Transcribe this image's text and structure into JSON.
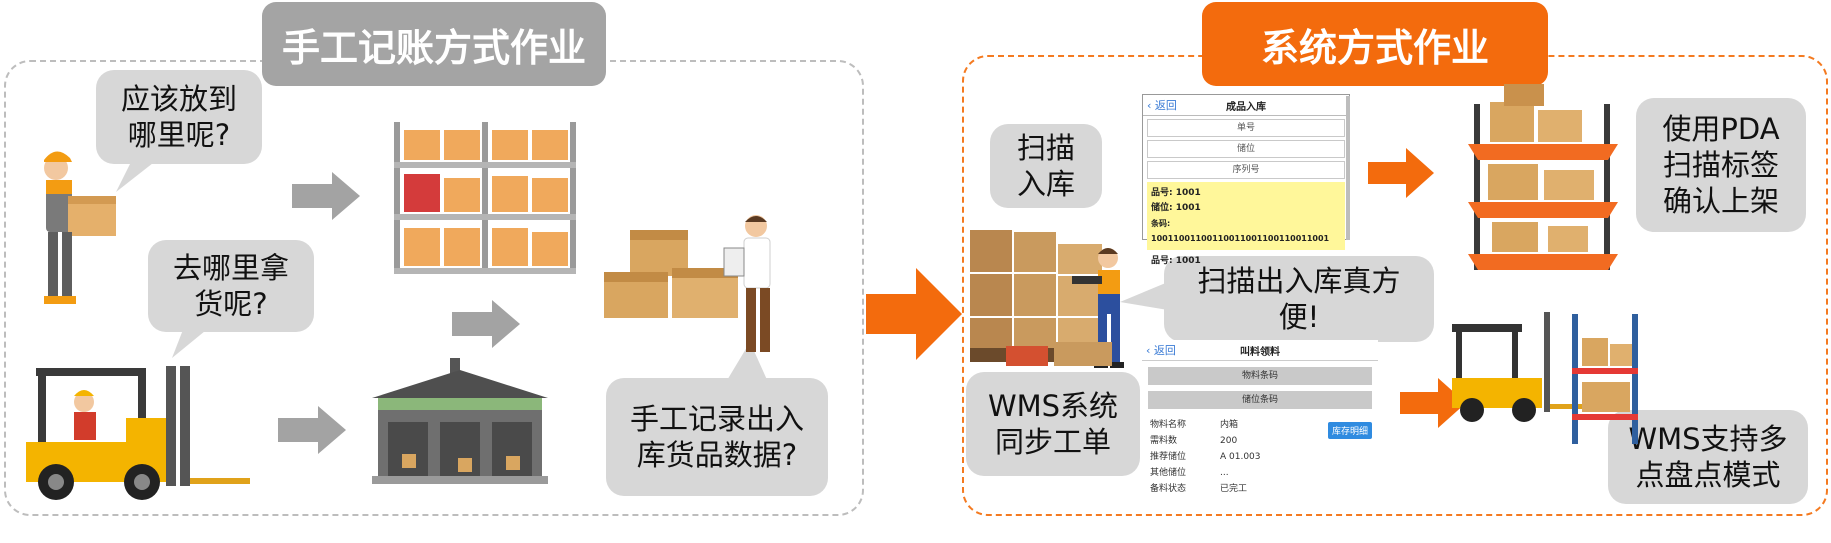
{
  "left_section": {
    "title": "手工记账方式作业",
    "bubble_where_put": "应该放到\n哪里呢?",
    "bubble_where_get": "去哪里拿\n货呢?",
    "bubble_manual_record": "手工记录出入\n库货品数据?"
  },
  "right_section": {
    "title": "系统方式作业",
    "bubble_scan_in": "扫描\n入库",
    "bubble_convenient": "扫描出入库真方\n便!",
    "bubble_wms_sync": "WMS系统\n同步工单",
    "bubble_pda": "使用PDA\n扫描标签\n确认上架",
    "bubble_wms_multi": "WMS支持多\n点盘点模式"
  },
  "phone_inbound": {
    "back": "返回",
    "title": "成品入库",
    "fields": [
      "单号",
      "储位",
      "序列号"
    ],
    "info": [
      "品号: 1001",
      "储位: 1001",
      "条码: 10011001100110011001100110011001"
    ],
    "footer": "品号: 1001"
  },
  "phone_picking": {
    "back": "返回",
    "title": "叫料领料",
    "fields": [
      "物料条码",
      "储位条码"
    ],
    "button": "库存明细",
    "rows": [
      {
        "k": "物料名称",
        "v": "内箱"
      },
      {
        "k": "需料数",
        "v": "200"
      },
      {
        "k": "推荐储位",
        "v": "A 01.003"
      },
      {
        "k": "其他储位",
        "v": "..."
      },
      {
        "k": "备料状态",
        "v": "已完工"
      }
    ]
  },
  "colors": {
    "orange": "#f36b0d",
    "gray_tab": "#a4a4a4",
    "bubble": "#d7d7d7",
    "gray_arrow": "#a3a3a3"
  }
}
